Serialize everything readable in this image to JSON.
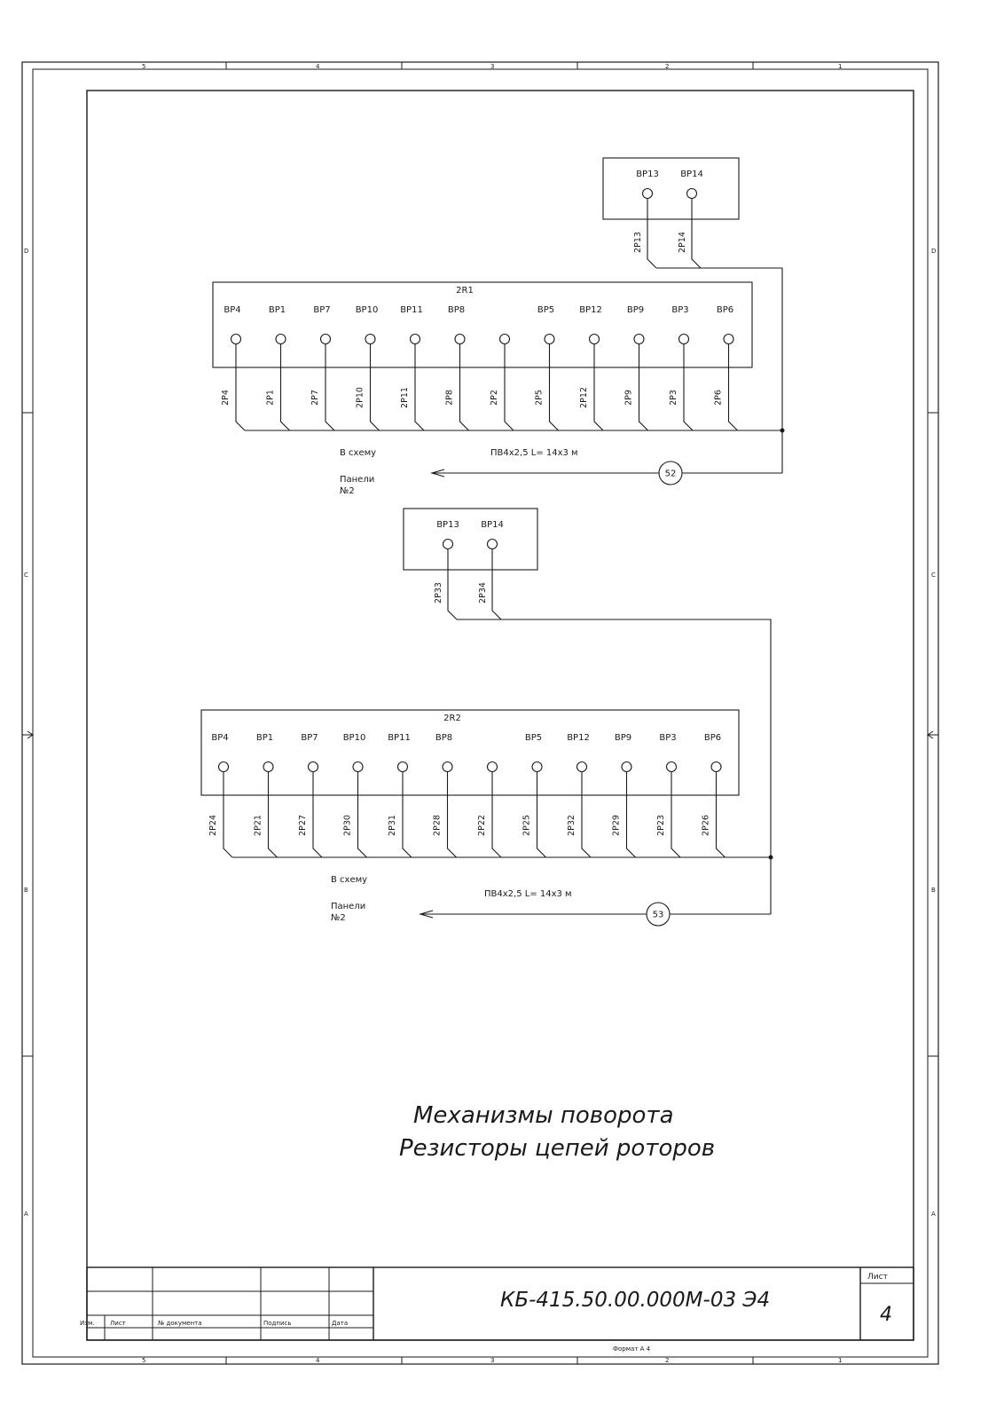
{
  "sheet": {
    "zone_numbers": [
      "5",
      "4",
      "3",
      "2",
      "1"
    ],
    "zone_letters": [
      "D",
      "C",
      "B",
      "A"
    ],
    "format_label": "Формат А 4"
  },
  "diagram": {
    "upper": {
      "top_box_terminals": [
        "ВР13",
        "ВР14"
      ],
      "top_wires": [
        "2Р13",
        "2Р14"
      ],
      "resistor_label": "2R1",
      "terminals": [
        "ВР4",
        "ВР1",
        "ВР7",
        "ВР10",
        "ВР11",
        "ВР8",
        "",
        "ВР5",
        "ВР12",
        "ВР9",
        "ВР3",
        "ВР6"
      ],
      "wires": [
        "2Р4",
        "2Р1",
        "2Р7",
        "2Р10",
        "2Р11",
        "2Р8",
        "2Р2",
        "2Р5",
        "2Р12",
        "2Р9",
        "2Р3",
        "2Р6"
      ],
      "dest_line1": "В схему",
      "dest_line2": "Панели",
      "dest_line3": "№2",
      "cable_spec": "ПВ4х2,5   L= 14х3 м",
      "cable_number": "52"
    },
    "lower": {
      "top_box_terminals": [
        "ВР13",
        "ВР14"
      ],
      "top_wires": [
        "2Р33",
        "2Р34"
      ],
      "resistor_label": "2R2",
      "terminals": [
        "ВР4",
        "ВР1",
        "ВР7",
        "ВР10",
        "ВР11",
        "ВР8",
        "",
        "ВР5",
        "ВР12",
        "ВР9",
        "ВР3",
        "ВР6"
      ],
      "wires": [
        "2Р24",
        "2Р21",
        "2Р27",
        "2Р30",
        "2Р31",
        "2Р28",
        "2Р22",
        "2Р25",
        "2Р32",
        "2Р29",
        "2Р23",
        "2Р26"
      ],
      "dest_line1": "В схему",
      "dest_line2": "Панели",
      "dest_line3": "№2",
      "cable_spec": "ПВ4х2,5   L= 14х3 м",
      "cable_number": "53"
    }
  },
  "title": {
    "line1": "Механизмы поворота",
    "line2": "Резисторы цепей роторов"
  },
  "title_block": {
    "headers": [
      "Изм.",
      "Лист",
      "№ документа",
      "Подпись",
      "Дата"
    ],
    "document_code": "КБ-415.50.00.000М-03 Э4",
    "sheet_label": "Лист",
    "sheet_number": "4"
  }
}
